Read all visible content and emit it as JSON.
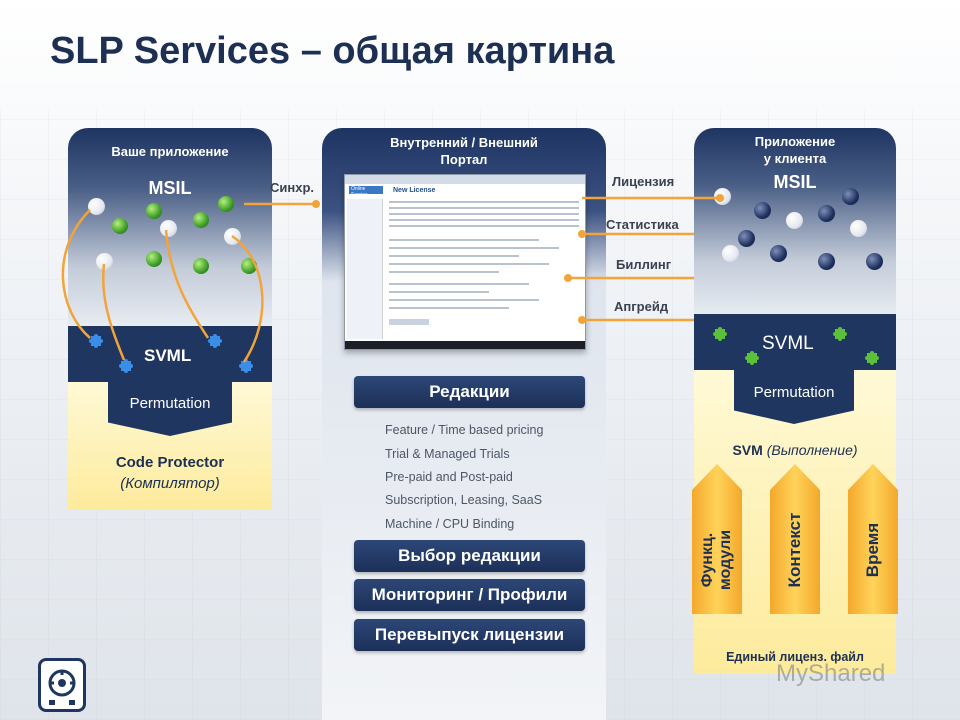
{
  "title": "SLP Services – общая картина",
  "left": {
    "header": "Ваше приложение",
    "msil": "MSIL",
    "svml": "SVML",
    "permutation": "Permutation",
    "protector_line1": "Code Protector",
    "protector_line2": "(Компилятор)"
  },
  "middle": {
    "header_line1": "Внутренний  / Внешний",
    "header_line2": "Портал",
    "screenshot": {
      "logo_text": "Online Service",
      "heading": "New License"
    },
    "editions_button": "Редакции",
    "features": [
      "Feature / Time based pricing",
      "Trial & Managed Trials",
      "Pre-paid and Post-paid",
      "Subscription, Leasing, SaaS",
      "Machine / CPU Binding"
    ],
    "choose_edition_button": "Выбор редакции",
    "monitoring_button": "Мониторинг / Профили",
    "reissue_button": "Перевыпуск лицензии"
  },
  "connectors": {
    "sync": "Синхр.",
    "license": "Лицензия",
    "statistics": "Статистика",
    "billing": "Биллинг",
    "upgrade": "Апгрейд"
  },
  "right": {
    "header_line1": "Приложение",
    "header_line2": "у клиента",
    "msil": "MSIL",
    "svml": "SVML",
    "permutation": "Permutation",
    "svm_bold": "SVM",
    "svm_italic": "(Выполнение)",
    "arrow1_line1": "Функц.",
    "arrow1_line2": "модули",
    "arrow2": "Контекст",
    "arrow3": "Время",
    "footer": "Единый лиценз. файл"
  },
  "watermark": "MyShared",
  "colors": {
    "navy": "#1f3660",
    "title": "#1d2f52",
    "arrow_orange": "#f2a43a",
    "yellow": "#fdeb9c",
    "green_ball": "#3c9c27"
  }
}
